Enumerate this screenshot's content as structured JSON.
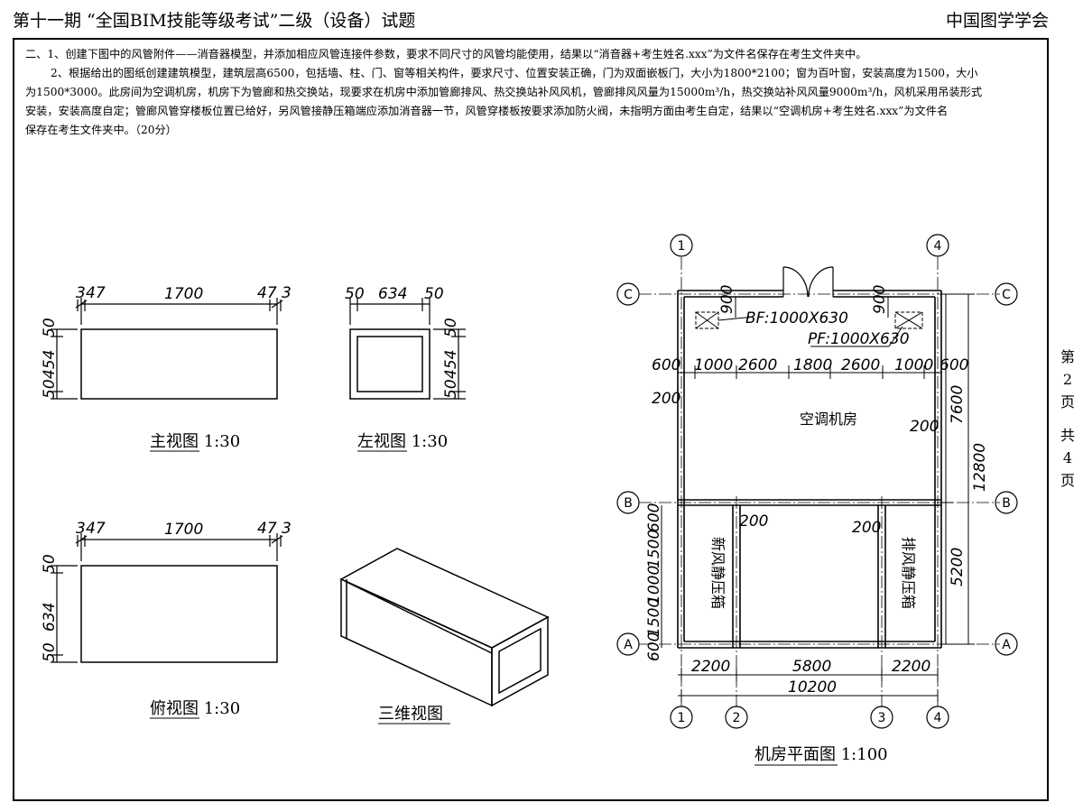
{
  "header": {
    "title": "第十一期 “全国BIM技能等级考试”二级（设备）试题",
    "org": "中国图学学会"
  },
  "task": {
    "line1": "二、1、创建下图中的风管附件——消音器模型，并添加相应风管连接件参数，要求不同尺寸的风管均能使用，结果以“消音器+考生姓名.xxx”为文件名保存在考生文件夹中。",
    "line2": "2、根据给出的图纸创建建筑模型，建筑层高6500，包括墙、柱、门、窗等相关构件，要求尺寸、位置安装正确，门为双面嵌板门，大小为1800*2100；窗为百叶窗，安装高度为1500，大小",
    "line3": "为1500*3000。此房间为空调机房，机房下为管廊和热交换站，现要求在机房中添加管廊排风、热交换站补风风机，管廊排风风量为15000m³/h，热交换站补风风量9000m³/h，风机采用吊装形式",
    "line4": "安装，安装高度自定；管廊风管穿楼板位置已给好，另风管接静压箱端应添加消音器一节，风管穿楼板按要求添加防火阀，未指明方面由考生自定，结果以“空调机房+考生姓名.xxx”为文件名",
    "line5": "保存在考生文件夹中。（20分）"
  },
  "page_marker": [
    "第",
    "2",
    "页",
    "共",
    "4",
    "页"
  ],
  "views": {
    "front": {
      "caption": "主视图 1:30",
      "top_dims": [
        "3",
        "47",
        "1700",
        "47",
        "3"
      ],
      "left_dims": [
        "50",
        "454",
        "50"
      ]
    },
    "left": {
      "caption": "左视图 1:30",
      "top_dims": [
        "50",
        "634",
        "50"
      ],
      "right_dims": [
        "50",
        "454",
        "50"
      ]
    },
    "top": {
      "caption": "俯视图 1:30",
      "top_dims": [
        "3",
        "47",
        "1700",
        "47",
        "3"
      ],
      "left_dims": [
        "50",
        "634",
        "50"
      ]
    },
    "iso": {
      "caption": "三维视图"
    }
  },
  "plan": {
    "caption": "机房平面图 1:100",
    "axes_x": [
      "1",
      "2",
      "3",
      "4"
    ],
    "axes_y": [
      "C",
      "B",
      "A"
    ],
    "room_name": "空调机房",
    "box_left": "新风静压箱",
    "box_right": "排风静压箱",
    "bf_label": "BF:1000X630",
    "pf_label": "PF:1000X630",
    "top_dims": [
      "600",
      "1000",
      "2600",
      "1800",
      "2600",
      "1000",
      "600"
    ],
    "bottom_dims": [
      "2200",
      "5800",
      "2200"
    ],
    "overall_x": "10200",
    "right_dims": [
      "7600",
      "5200"
    ],
    "overall_y": "12800",
    "left_dims": [
      "600",
      "1500",
      "1000",
      "1500",
      "600"
    ],
    "labels_200": [
      "200",
      "200",
      "200",
      "200"
    ],
    "labels_900": [
      "900",
      "900"
    ]
  }
}
